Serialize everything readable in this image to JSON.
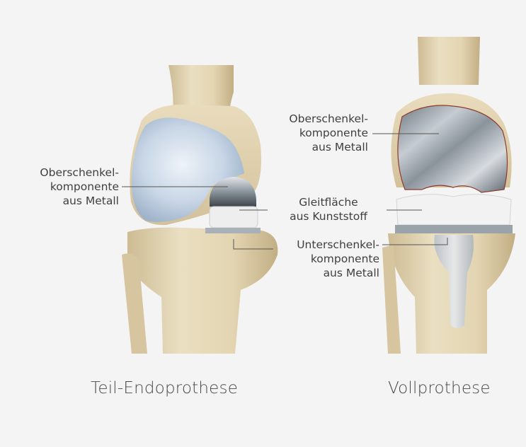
{
  "labels": {
    "partial_femoral": [
      "Oberschenkel-",
      "komponente",
      "aus Metall"
    ],
    "full_femoral": [
      "Oberschenkel-",
      "komponente",
      "aus Metall"
    ],
    "gliding_surface": [
      "Gleitfläche",
      "aus Kunststoff"
    ],
    "tibial": [
      "Unterschenkel-",
      "komponente",
      "aus Metall"
    ]
  },
  "captions": {
    "partial": "Teil-Endoprothese",
    "full": "Vollprothese"
  },
  "colors": {
    "background": "#f4f4f5",
    "bone": "#e6d8b6",
    "cartilage": "#c9d7e6",
    "metal": "#9aa3ab",
    "plastic": "#efefef",
    "leader_line": "#555555",
    "text": "#3f3f3f"
  }
}
